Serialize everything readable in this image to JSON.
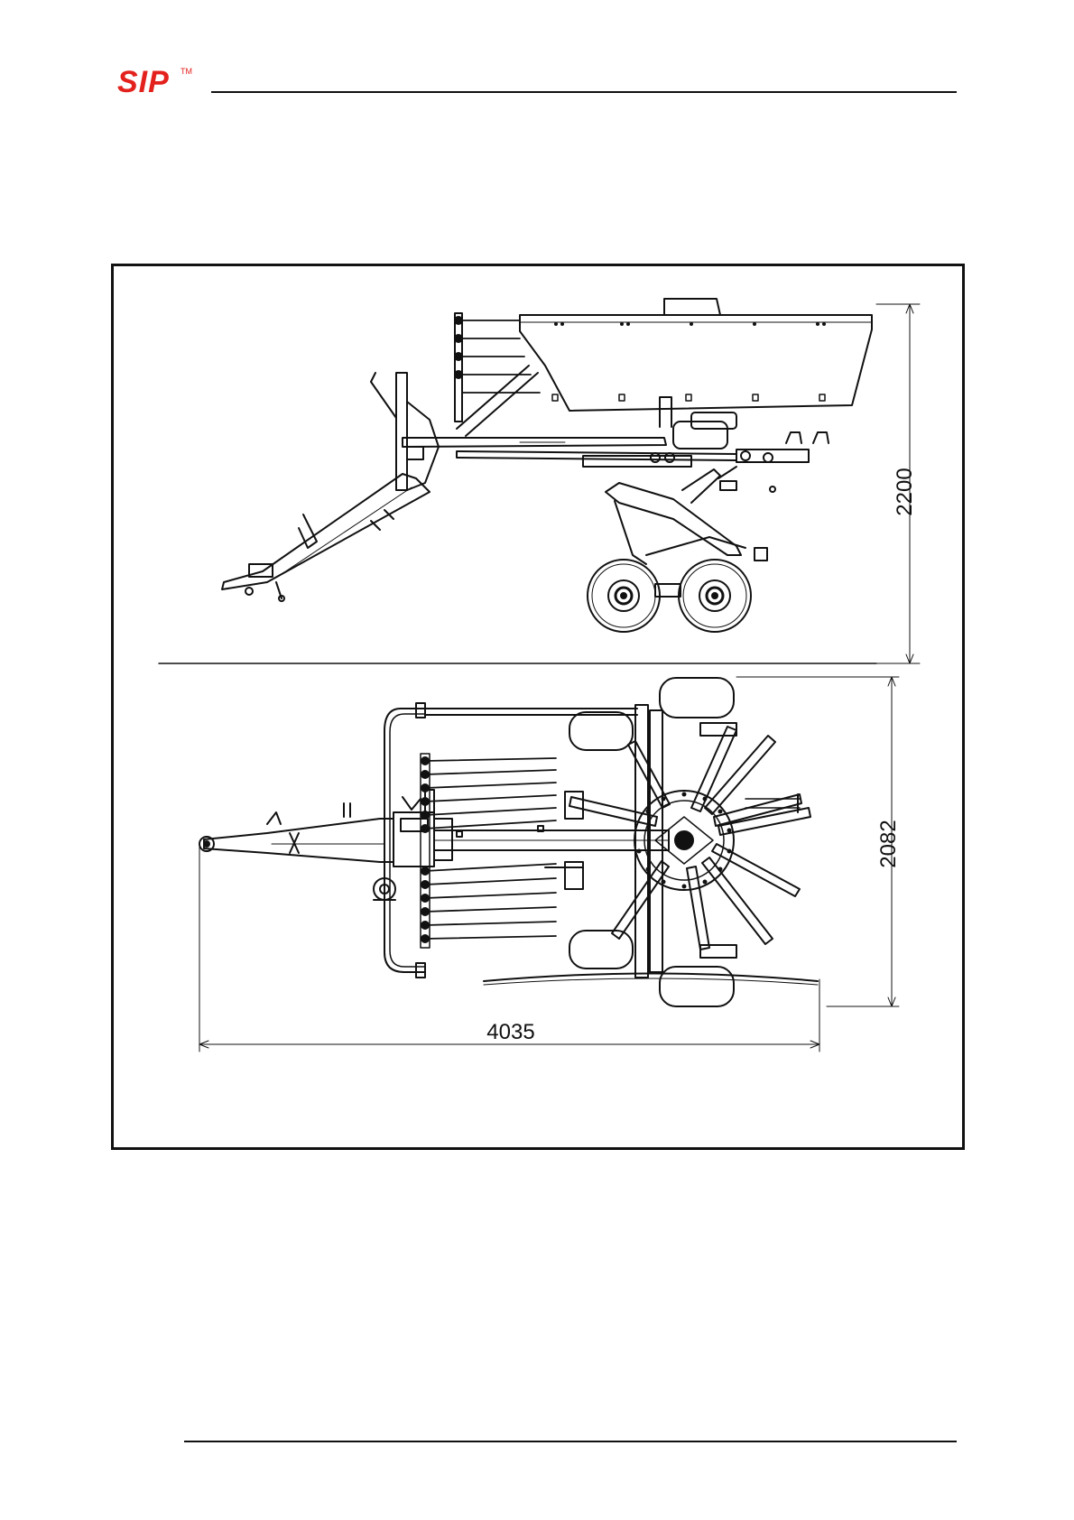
{
  "header": {
    "logo_text": "SIP",
    "logo_tm": "TM",
    "logo_color": "#e3211d"
  },
  "drawing": {
    "side_view": {
      "height_dimension": "2200"
    },
    "top_view": {
      "width_dimension": "2082",
      "length_dimension": "4035"
    }
  }
}
